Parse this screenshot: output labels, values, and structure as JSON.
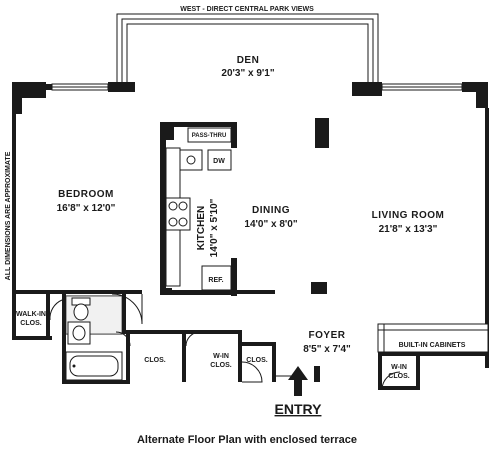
{
  "header": {
    "views_label": "WEST  -  DIRECT  CENTRAL  PARK  VIEWS"
  },
  "side_note": "ALL   DIMENSIONS   ARE   APPROXIMATE",
  "rooms": {
    "den": {
      "name": "DEN",
      "dims": "20'3\"  x  9'1\""
    },
    "bedroom": {
      "name": "BEDROOM",
      "dims": "16'8\"  x  12'0\""
    },
    "kitchen": {
      "name": "KITCHEN",
      "dims": "14'0\"  x  5'10\""
    },
    "dining": {
      "name": "DINING",
      "dims": "14'0\"  x  8'0\""
    },
    "living": {
      "name": "LIVING ROOM",
      "dims": "21'8\"  x  13'3\""
    },
    "foyer": {
      "name": "FOYER",
      "dims": "8'5\"  x  7'4\""
    }
  },
  "labels": {
    "pass_thru": "PASS-THRU",
    "dw": "DW",
    "ref": "REF.",
    "walkin_1": "WALK-IN",
    "walkin_2": "CLOS.",
    "clos": "CLOS.",
    "win_1": "W-IN",
    "win_2": "CLOS.",
    "clos2": "CLOS.",
    "builtin": "BUILT-IN  CABINETS",
    "win3_1": "W-IN",
    "win3_2": "CLOS."
  },
  "entry_label": "ENTRY",
  "caption": "Alternate Floor Plan with enclosed terrace"
}
